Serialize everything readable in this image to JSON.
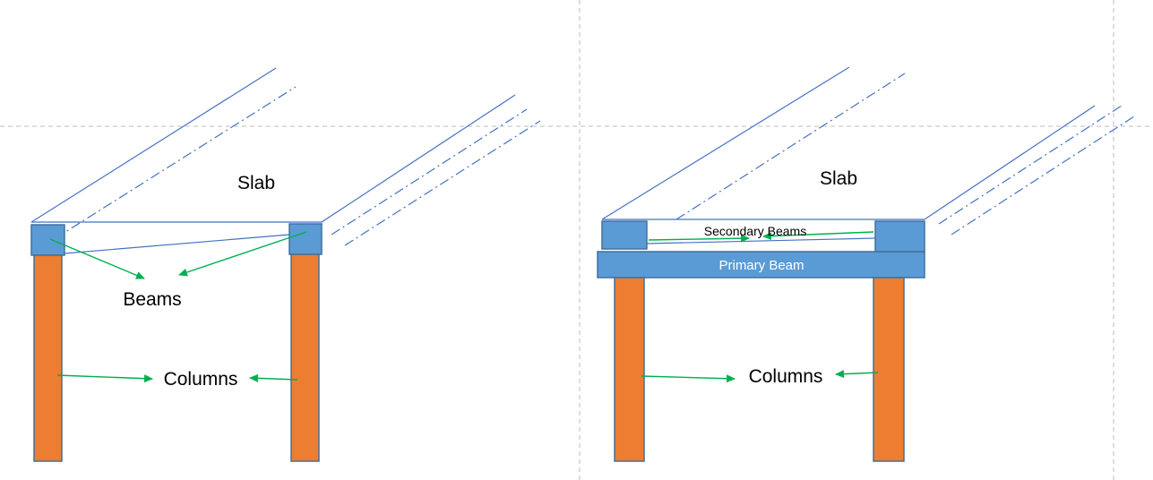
{
  "colors": {
    "column_fill": "#ED7D31",
    "column_stroke": "#41719C",
    "beam_fill": "#5B9BD5",
    "beam_stroke": "#41719C",
    "slab_line": "#4472C4",
    "arrow_green": "#00B050",
    "guide_gray": "#BFBFBF",
    "label_text": "#000000",
    "primary_beam_text": "#FFFFFF"
  },
  "left": {
    "slab": "Slab",
    "beams": "Beams",
    "columns": "Columns"
  },
  "right": {
    "slab": "Slab",
    "secondary_beams": "Secondary Beams",
    "primary_beam": "Primary Beam",
    "columns": "Columns"
  }
}
